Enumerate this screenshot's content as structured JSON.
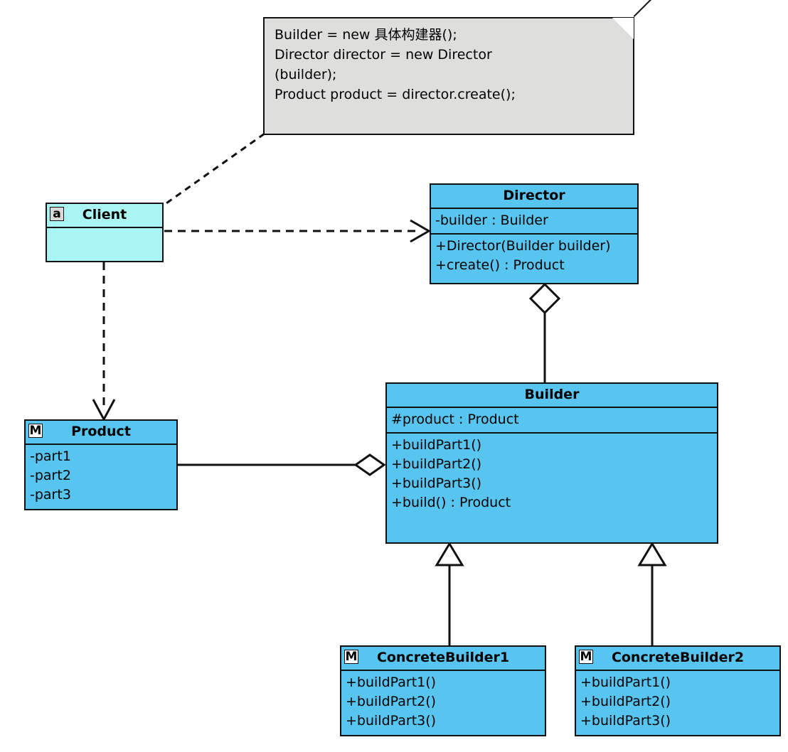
{
  "diagram": {
    "title": "Builder Pattern UML Class Diagram",
    "type": "uml-class-diagram",
    "colors": {
      "class_fill": "#58c4f0",
      "client_fill": "#aaf4f4",
      "note_fill": "#dededd",
      "stroke": "#111111",
      "background": "#ffffff"
    }
  },
  "note": {
    "name": "client-code-note",
    "lines": [
      "Builder = new 具体构建器();",
      "Director director = new Director",
      "(builder);",
      "Product product = director.create();"
    ]
  },
  "classes": {
    "client": {
      "name": "Client",
      "badge": "a",
      "badge_style": "gray",
      "attributes": [],
      "methods": []
    },
    "director": {
      "name": "Director",
      "badge": "",
      "attributes": [
        "-builder : Builder"
      ],
      "methods": [
        "+Director(Builder builder)",
        "+create() : Product"
      ]
    },
    "builder": {
      "name": "Builder",
      "badge": "",
      "attributes": [
        "#product : Product"
      ],
      "methods": [
        "+buildPart1()",
        "+buildPart2()",
        "+buildPart3()",
        "+build() : Product"
      ]
    },
    "product": {
      "name": "Product",
      "badge": "M",
      "badge_style": "white",
      "attributes": [
        "-part1",
        "-part2",
        "-part3"
      ],
      "methods": []
    },
    "concrete_builder_1": {
      "name": "ConcreteBuilder1",
      "badge": "M",
      "badge_style": "white",
      "attributes": [],
      "methods": [
        "+buildPart1()",
        "+buildPart2()",
        "+buildPart3()"
      ]
    },
    "concrete_builder_2": {
      "name": "ConcreteBuilder2",
      "badge": "M",
      "badge_style": "white",
      "attributes": [],
      "methods": [
        "+buildPart1()",
        "+buildPart2()",
        "+buildPart3()"
      ]
    }
  },
  "relationships": [
    {
      "name": "note-anchor-client",
      "from": "note",
      "to": "client",
      "style": "dashed",
      "arrow": "none"
    },
    {
      "name": "client-depends-director",
      "from": "client",
      "to": "director",
      "style": "dashed",
      "arrow": "open"
    },
    {
      "name": "client-depends-product",
      "from": "client",
      "to": "product",
      "style": "dashed",
      "arrow": "open"
    },
    {
      "name": "director-aggregates-builder",
      "from": "builder",
      "to": "director",
      "style": "solid",
      "arrow": "hollow-diamond"
    },
    {
      "name": "builder-aggregates-product",
      "from": "product",
      "to": "builder",
      "style": "solid",
      "arrow": "hollow-diamond"
    },
    {
      "name": "concretebuilder1-extends-builder",
      "from": "concrete_builder_1",
      "to": "builder",
      "style": "solid",
      "arrow": "hollow-triangle"
    },
    {
      "name": "concretebuilder2-extends-builder",
      "from": "concrete_builder_2",
      "to": "builder",
      "style": "solid",
      "arrow": "hollow-triangle"
    }
  ]
}
